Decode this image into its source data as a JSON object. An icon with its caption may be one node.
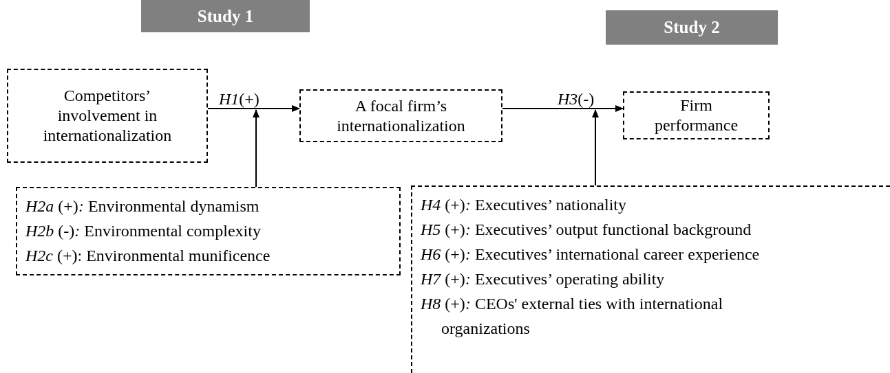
{
  "diagram": {
    "nodes": [
      {
        "text": [
          "Study 1"
        ]
      },
      {
        "text": [
          "Study 2"
        ]
      },
      {
        "text": [
          "Competitors’ involvement in internationalization"
        ]
      },
      {
        "text": [
          "A focal firm’s internationalization"
        ]
      },
      {
        "text": [
          "Firm performance"
        ]
      },
      {
        "text": [
          "*H2a* (+)*:* Environmental dynamism",
          "*H2b* (-)*:* Environmental complexity",
          "*H2c* (+): Environmental munificence"
        ]
      },
      {
        "text": [
          "*H4* (+)*:* Executives’ nationality",
          "*H5* (+)*:* Executives’ output functional background",
          "*H6* (+)*:* Executives’ international career experience",
          "*H7* (+)*:* Executives’ operating ability",
          "*H8* (+)*:* CEOs' external ties with international organizations"
        ]
      }
    ],
    "edges": [
      {
        "from": 2,
        "to": 3,
        "arrow": "to",
        "label": "*H1*(+)"
      },
      {
        "from": 3,
        "to": 4,
        "arrow": "to",
        "label": "*H3*(-)"
      },
      {
        "from": 5,
        "to": null,
        "arrow": "to"
      },
      {
        "from": 6,
        "to": null,
        "arrow": "to"
      }
    ]
  }
}
